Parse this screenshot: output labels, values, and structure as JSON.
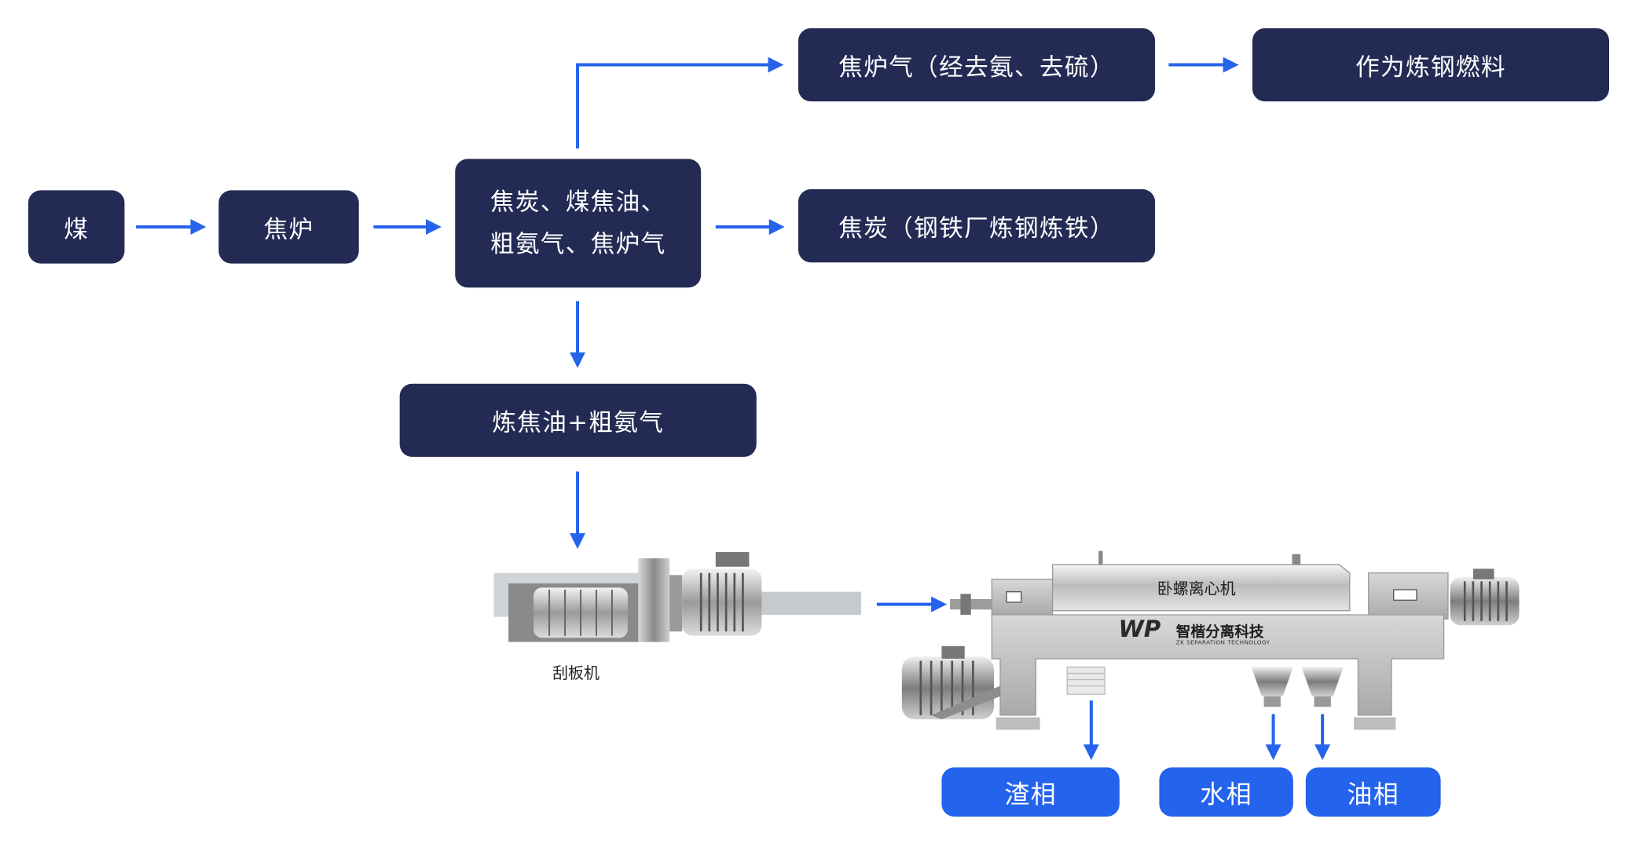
{
  "nodes": {
    "coal": "煤",
    "coke_oven": "焦炉",
    "products_line1": "焦炭、煤焦油、",
    "products_line2": "粗氨气、焦炉气",
    "coke_oven_gas": "焦炉气（经去氨、去硫）",
    "steel_fuel": "作为炼钢燃料",
    "coke_use": "焦炭（钢铁厂炼钢炼铁）",
    "tar_ammonia": "炼焦油+粗氨气"
  },
  "equipment": {
    "scraper_label": "刮板机",
    "centrifuge_label": "卧螺离心机",
    "brand_logo": "WP",
    "brand_name_cn": "智楷分离科技",
    "brand_name_en": "ZK SEPARATION TECHNOLOGY"
  },
  "outputs": {
    "slag": "渣相",
    "water": "水相",
    "oil": "油相"
  },
  "colors": {
    "node_fill": "#232b54",
    "output_fill": "#2463eb",
    "arrow": "#2563eb"
  }
}
